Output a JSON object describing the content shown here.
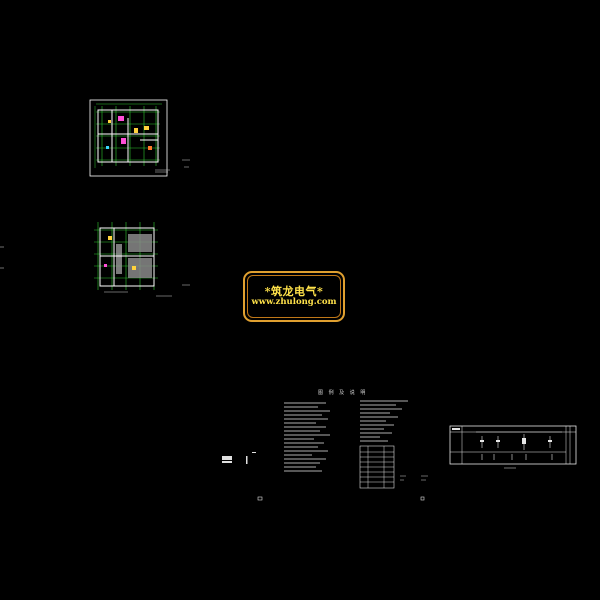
{
  "watermark": {
    "title": "*筑龙电气*",
    "url": "www.zhulong.com"
  },
  "sheet": {
    "legend_title": "图 例 及 说 明"
  },
  "colors": {
    "background": "#000000",
    "watermark_border": "#e0a030",
    "watermark_text": "#ffe24a",
    "drawing_wall": "#ffffff",
    "drawing_green": "#2ec82e",
    "drawing_magenta": "#ff4fd8",
    "drawing_yellow": "#ffd23c",
    "drawing_cyan": "#39d6ff"
  }
}
